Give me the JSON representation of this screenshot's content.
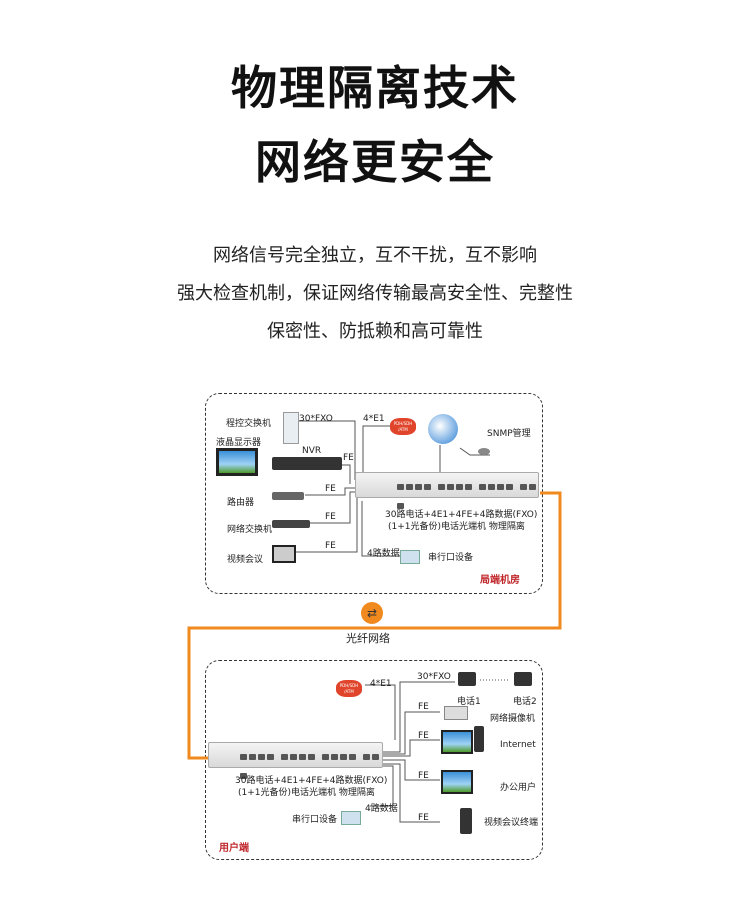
{
  "headline": {
    "line1": "物理隔离技术",
    "line2": "网络更安全"
  },
  "description": [
    "网络信号完全独立，互不干扰，互不影响",
    "强大检查机制，保证网络传输最高安全性、完整性",
    "保密性、防抵赖和高可靠性"
  ],
  "diagram": {
    "accent_color": "#f08a1e",
    "fiber_label": "光纤网络",
    "central_office": {
      "title": "局端机房",
      "devices": {
        "pbx": "程控交换机",
        "lcd": "液晶显示器",
        "nvr": "NVR",
        "router": "路由器",
        "switch": "网络交换机",
        "video_conf": "视频会议",
        "snmp": "SNMP管理",
        "serial": "串行口设备"
      },
      "links": {
        "fxo": "30*FXO",
        "e1": "4*E1",
        "fe": "FE",
        "data": "4路数据"
      },
      "cloud": "PDH/SDH /ATM",
      "product_line1": "30路电话+4E1+4FE+4路数据(FXO)",
      "product_line2": "(1+1光备份)电话光端机 物理隔离"
    },
    "user_side": {
      "title": "用户端",
      "devices": {
        "phone1": "电话1",
        "phone2": "电话2",
        "camera": "网络摄像机",
        "internet": "Internet",
        "office": "办公用户",
        "video_terminal": "视频会议终端",
        "serial": "串行口设备"
      },
      "links": {
        "fxo": "30*FXO",
        "e1": "4*E1",
        "fe": "FE",
        "data": "4路数据"
      },
      "cloud": "PDH/SDH /ATM",
      "product_line1": "30路电话+4E1+4FE+4路数据(FXO)",
      "product_line2": "(1+1光备份)电话光端机 物理隔离"
    }
  }
}
